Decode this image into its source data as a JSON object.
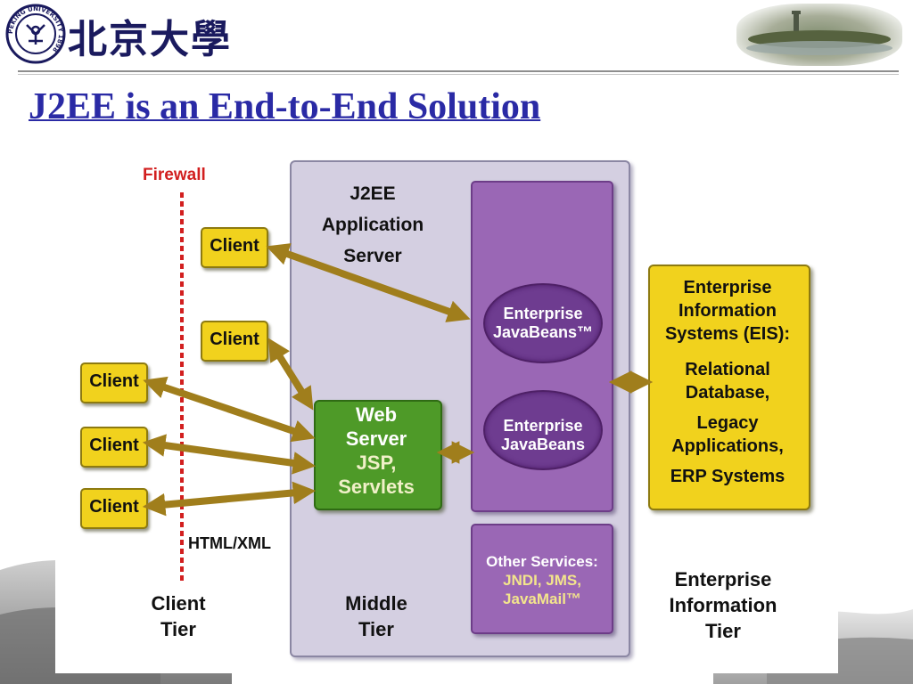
{
  "header": {
    "university_name": "北京大學",
    "seal_text": "PEKING UNIVERSITY 1898"
  },
  "title": "J2EE is an End-to-End Solution",
  "diagram": {
    "firewall_label": "Firewall",
    "protocol_label": "HTML/XML",
    "server_title": [
      "J2EE",
      "Application",
      "Server"
    ],
    "clients": [
      "Client",
      "Client",
      "Client",
      "Client",
      "Client"
    ],
    "ejb1": [
      "Enterprise",
      "JavaBeans™"
    ],
    "ejb2": [
      "Enterprise",
      "JavaBeans"
    ],
    "web_server": [
      "Web",
      "Server",
      "JSP,",
      "Servlets"
    ],
    "other_services": [
      "Other Services:",
      "JNDI, JMS,",
      "JavaMail™"
    ],
    "eis": {
      "heading": [
        "Enterprise",
        "Information",
        "Systems (EIS):"
      ],
      "items": [
        [
          "Relational",
          "Database,"
        ],
        [
          "Legacy",
          "Applications,"
        ],
        [
          "ERP Systems"
        ]
      ]
    },
    "tiers": {
      "client": [
        "Client",
        "Tier"
      ],
      "middle": [
        "Middle",
        "Tier"
      ],
      "eis": [
        "Enterprise",
        "Information",
        "Tier"
      ]
    }
  },
  "colors": {
    "title": "#2a2aa5",
    "firewall": "#d21f1f",
    "client_box": "#f1d21d",
    "web_server": "#4e9a28",
    "ejb_panel": "#9a67b5",
    "server_box": "#d4cfe1",
    "arrow": "#a07e1c"
  }
}
